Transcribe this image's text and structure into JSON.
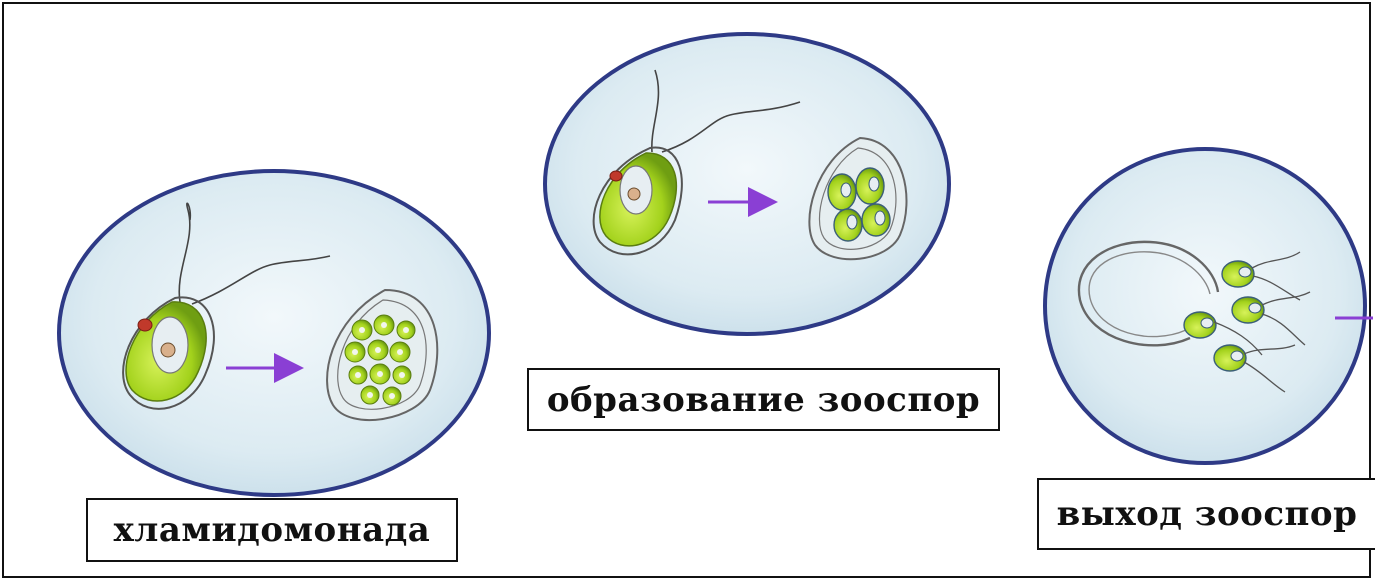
{
  "stages": [
    {
      "label": "хламидомонада"
    },
    {
      "label": "образование зооспор"
    },
    {
      "label": "выход зооспор"
    }
  ],
  "colors": {
    "frame": "#111111",
    "circle_border": "#2e3a86",
    "circle_fill": "#dbe9f1",
    "cell_green": "#a8d82a",
    "arrow": "#8a3fd4",
    "eyespot": "#c0392b"
  }
}
